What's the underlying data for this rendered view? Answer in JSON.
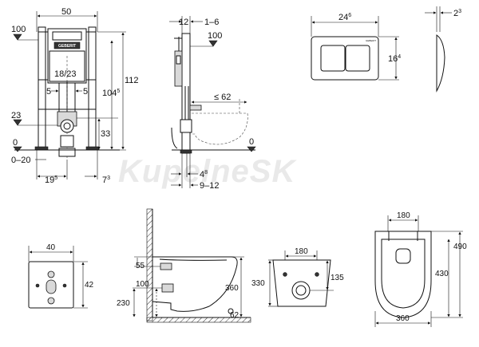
{
  "watermark": "KupelneSK",
  "brand": "GEBERIT",
  "frame_front": {
    "width_top": "50",
    "height_top_left": "100",
    "height_total": "112",
    "height_inner": "104",
    "height_inner_sup": "5",
    "pipe_label": "18/23",
    "offset_left": "5",
    "offset_right": "5",
    "drain_height_left": "23",
    "drain_height": "33",
    "floor_zero": "0",
    "floor_adjust": "0–20",
    "bottom_left": "19",
    "bottom_left_sup": "5",
    "bottom_right": "7",
    "bottom_right_sup": "3"
  },
  "frame_side": {
    "depth_top": "12",
    "depth_top_range": "1–6",
    "height_100": "100",
    "projection": "≤ 62",
    "floor_zero": "0",
    "depth_bottom": "4",
    "depth_bottom_sup": "8",
    "depth_range": "9–12"
  },
  "flush_plate": {
    "width": "24",
    "width_sup": "6",
    "height": "16",
    "height_sup": "4",
    "thickness": "2",
    "thickness_sup": "3"
  },
  "wall_plate": {
    "width": "40",
    "height": "42"
  },
  "bowl_side": {
    "inlet_height": "55",
    "height": "360",
    "drain_offset": "100",
    "drain_height": "230",
    "bottom_offset": "62"
  },
  "bowl_back": {
    "bolt_spacing": "180",
    "height": "330",
    "outlet_height": "135"
  },
  "bowl_top": {
    "bolt_spacing": "180",
    "inner_length": "430",
    "length": "490",
    "width": "360"
  }
}
